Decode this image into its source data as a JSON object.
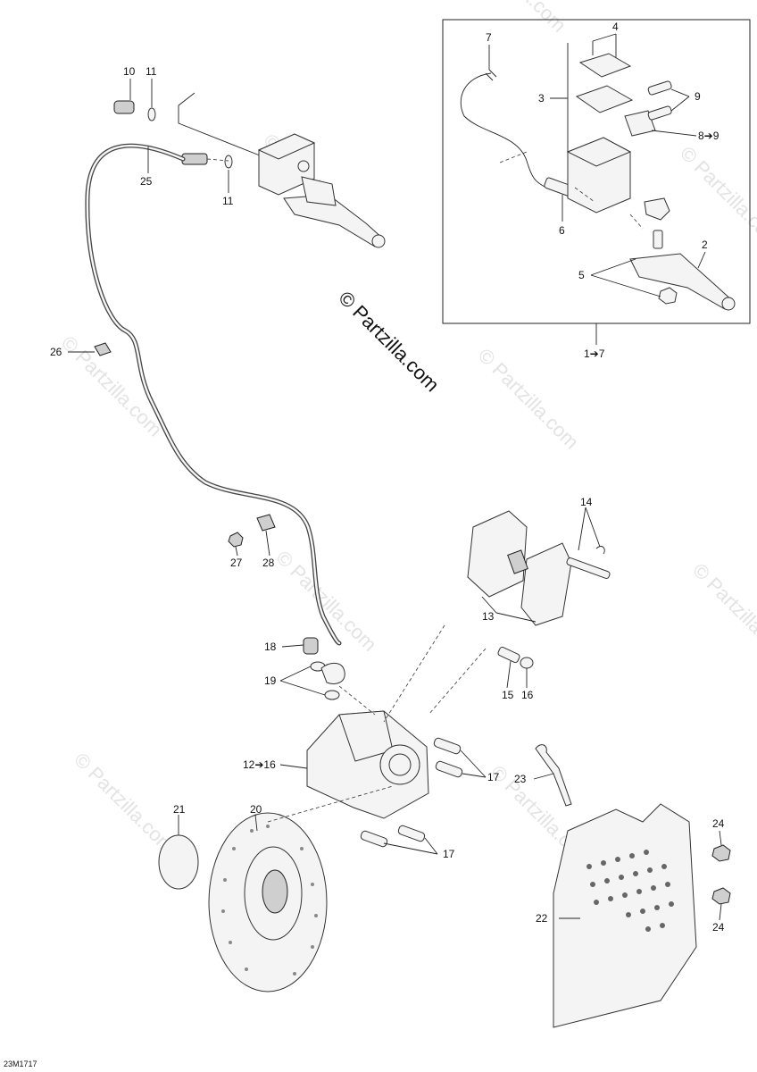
{
  "watermark": {
    "text": "© Partzilla.com",
    "center_text": "© Partzilla.com"
  },
  "drawing_code": "23M1717",
  "callouts": {
    "c10": "10",
    "c11a": "11",
    "c11b": "11",
    "c25": "25",
    "c26": "26",
    "c27": "27",
    "c28": "28",
    "c7": "7",
    "c4": "4",
    "c3": "3",
    "c9": "9",
    "c8_9": "8➔9",
    "c6": "6",
    "c2": "2",
    "c5": "5",
    "c1_7": "1➔7",
    "c14": "14",
    "c13": "13",
    "c18": "18",
    "c19": "19",
    "c15": "15",
    "c16": "16",
    "c12_16": "12➔16",
    "c17a": "17",
    "c17b": "17",
    "c23": "23",
    "c21": "21",
    "c20": "20",
    "c24a": "24",
    "c24b": "24",
    "c22": "22"
  },
  "colors": {
    "line": "#222222",
    "watermark": "#e3e3e3",
    "background": "#ffffff"
  }
}
